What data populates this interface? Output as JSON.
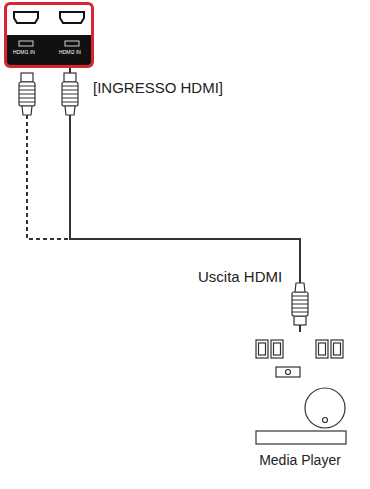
{
  "diagram": {
    "nodes": [
      {
        "text": [
          "HDMI1 IN",
          "HDMI2 IN"
        ]
      },
      {
        "text": [
          "Media Player"
        ]
      }
    ],
    "edges": [
      {
        "from": 1,
        "to": 0,
        "arrow": "none"
      }
    ],
    "labels": [
      "[INGRESSO HDMI]",
      "Uscita HDMI"
    ]
  }
}
